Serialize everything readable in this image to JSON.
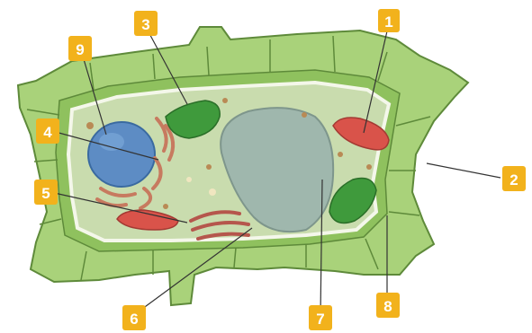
{
  "diagram": {
    "labels": [
      "1",
      "2",
      "3",
      "4",
      "5",
      "6",
      "7",
      "8",
      "9"
    ],
    "colors": {
      "badge": "#f2b21c",
      "badge_text": "#ffffff",
      "leader_line": "#333333",
      "wall_fill": "#a9d27a",
      "wall_stroke": "#5e8a3a",
      "cytoplasm": "#c9dcae",
      "vacuole": "#9fb7ad",
      "nucleus": "#5d8cc4",
      "chloroplast": "#3f9a3c",
      "mitochondrion": "#d9534a",
      "golgi": "#c77a5f"
    },
    "icons": [
      "plant-cell-illustration"
    ]
  }
}
